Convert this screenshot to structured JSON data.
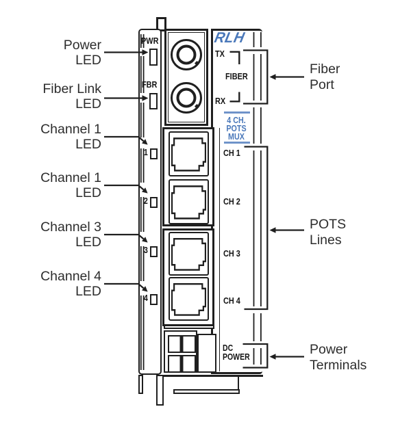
{
  "colors": {
    "blue": "#4a78ba",
    "rule": "#6f93c9",
    "line": "#1f1f1f",
    "label": "#2d2d2d"
  },
  "left_labels": [
    {
      "line1": "Power",
      "line2": "LED"
    },
    {
      "line1": "Fiber Link",
      "line2": "LED"
    },
    {
      "line1": "Channel 1",
      "line2": "LED"
    },
    {
      "line1": "Channel 1",
      "line2": "LED"
    },
    {
      "line1": "Channel 3",
      "line2": "LED"
    },
    {
      "line1": "Channel 4",
      "line2": "LED"
    }
  ],
  "right_labels": [
    {
      "line1": "Fiber",
      "line2": "Port"
    },
    {
      "line1": "POTS",
      "line2": "Lines"
    },
    {
      "line1": "Power",
      "line2": "Terminals"
    }
  ],
  "panel": {
    "logo_text": "RLH",
    "led_strip": {
      "pwr": "PWR",
      "fbr": "FBR",
      "channel_numbers": [
        "1",
        "2",
        "3",
        "4"
      ]
    },
    "fiber": {
      "tx": "TX",
      "label": "FIBER",
      "rx": "RX"
    },
    "mux": {
      "line1": "4 CH.",
      "line2": "POTS",
      "line3": "MUX"
    },
    "pots_channels": [
      "CH 1",
      "CH 2",
      "CH 3",
      "CH 4"
    ],
    "dc": {
      "line1": "DC",
      "line2": "POWER"
    }
  }
}
